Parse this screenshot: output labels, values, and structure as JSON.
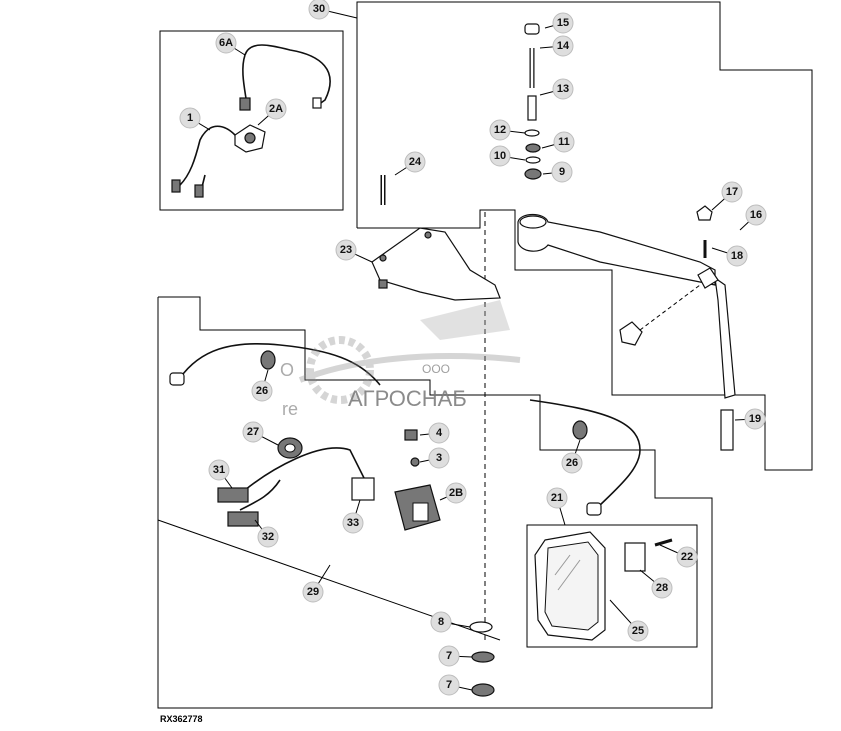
{
  "drawing_ref": "RX362778",
  "watermark": {
    "company_prefix": "ООО",
    "company_name": "АГРОСНАБ",
    "partial_text_1": "О",
    "partial_text_2": "re"
  },
  "callouts": [
    "1",
    "2A",
    "2B",
    "3",
    "4",
    "6A",
    "7",
    "7",
    "8",
    "9",
    "10",
    "11",
    "12",
    "13",
    "14",
    "15",
    "16",
    "17",
    "18",
    "19",
    "21",
    "22",
    "23",
    "24",
    "25",
    "26",
    "26",
    "27",
    "28",
    "29",
    "30",
    "31",
    "32",
    "33"
  ]
}
